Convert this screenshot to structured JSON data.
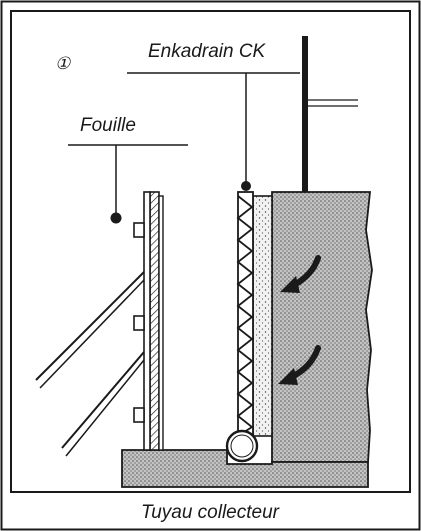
{
  "figure_number": "①",
  "labels": {
    "top": "Enkadrain CK",
    "left": "Fouille",
    "bottom": "Tuyau collecteur"
  },
  "colors": {
    "ink": "#1a1a1a",
    "soil_fill": "#bdbdbd",
    "paper": "#ffffff"
  },
  "icons": {
    "flow_arrow": "curved-arrow-down-left"
  }
}
